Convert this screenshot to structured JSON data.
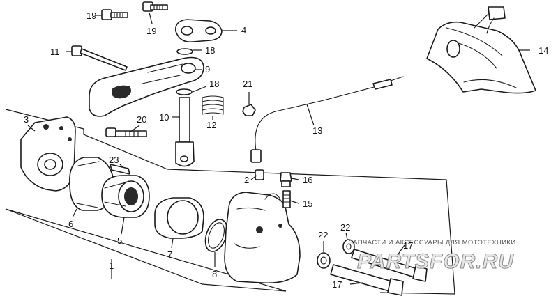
{
  "diagram": {
    "callouts": {
      "c1": "1",
      "c2": "2",
      "c3": "3",
      "c4": "4",
      "c5": "5",
      "c6": "6",
      "c7": "7",
      "c8": "8",
      "c9": "9",
      "c10": "10",
      "c11": "11",
      "c12": "12",
      "c13": "13",
      "c14": "14",
      "c15": "15",
      "c16": "16",
      "c17a": "17",
      "c17b": "17",
      "c18a": "18",
      "c18b": "18",
      "c19a": "19",
      "c19b": "19",
      "c20": "20",
      "c21": "21",
      "c22a": "22",
      "c22b": "22",
      "c23": "23"
    }
  },
  "watermark": {
    "tagline": "ЗАПЧАСТИ И АКСЕССУАРЫ ДЛЯ МОТОТЕХНИКИ",
    "brand": "PARTSFOR.RU"
  }
}
